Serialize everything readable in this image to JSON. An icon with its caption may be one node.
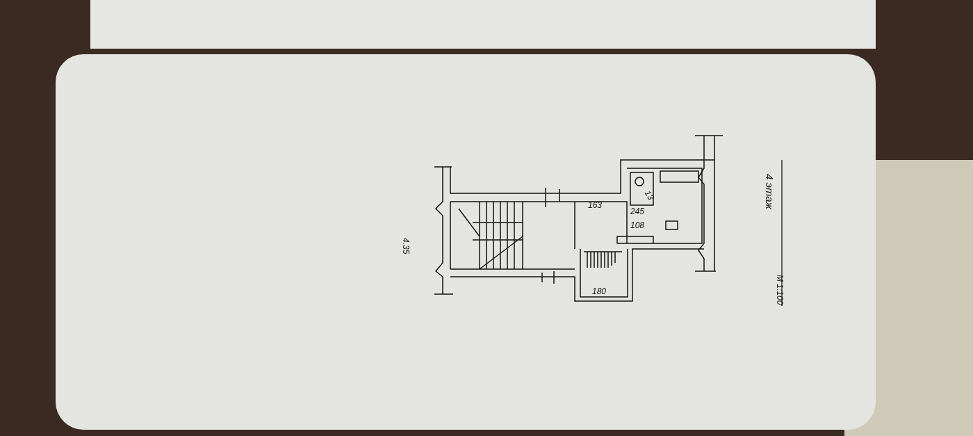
{
  "diagram": {
    "title": "4 этаж",
    "labels": [
      "М 1:100",
      "163",
      "245",
      "13",
      "108",
      "180",
      "4.35"
    ]
  }
}
